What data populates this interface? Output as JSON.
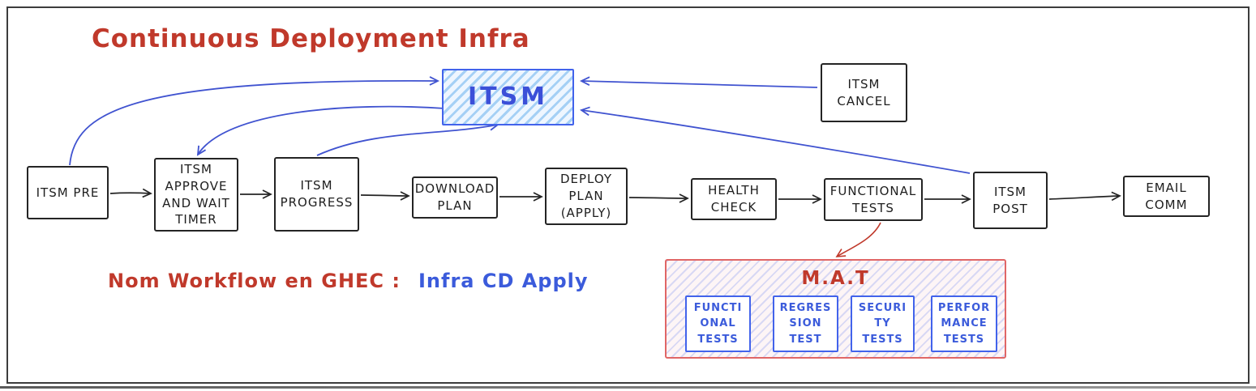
{
  "diagram": {
    "title": "Continuous Deployment Infra",
    "caption": {
      "label": "Nom Workflow en GHEC :",
      "value": "Infra CD Apply"
    },
    "nodes": {
      "itsm": "ITSM",
      "itsm_cancel": "ITSM\nCANCEL",
      "itsm_pre": "ITSM PRE",
      "itsm_approve": "ITSM\nAPPROVE\nAND WAIT\nTIMER",
      "itsm_progress": "ITSM\nPROGRESS",
      "download_plan": "DOWNLOAD\nPLAN",
      "deploy_plan": "DEPLOY\nPLAN\n(APPLY)",
      "health_check": "HEALTH\nCHECK",
      "functional_tests": "FUNCTIONAL\nTESTS",
      "itsm_post": "ITSM\nPOST",
      "email_comm": "EMAIL\nCOMM"
    },
    "mat": {
      "title": "M.A.T",
      "items": [
        "FUNCTI\nONAL\nTESTS",
        "REGRES\nSION\nTEST",
        "SECURI\nTY\nTESTS",
        "PERFOR\nMANCE\nTESTS"
      ]
    },
    "edges": [
      {
        "from": "itsm_pre",
        "to": "itsm_approve",
        "color": "black"
      },
      {
        "from": "itsm_approve",
        "to": "itsm_progress",
        "color": "black"
      },
      {
        "from": "itsm_progress",
        "to": "download_plan",
        "color": "black"
      },
      {
        "from": "download_plan",
        "to": "deploy_plan",
        "color": "black"
      },
      {
        "from": "deploy_plan",
        "to": "health_check",
        "color": "black"
      },
      {
        "from": "health_check",
        "to": "functional_tests",
        "color": "black"
      },
      {
        "from": "functional_tests",
        "to": "itsm_post",
        "color": "black"
      },
      {
        "from": "itsm_post",
        "to": "email_comm",
        "color": "black"
      },
      {
        "from": "itsm_pre",
        "to": "itsm",
        "color": "blue"
      },
      {
        "from": "itsm",
        "to": "itsm_approve",
        "color": "blue"
      },
      {
        "from": "itsm_progress",
        "to": "itsm",
        "color": "blue"
      },
      {
        "from": "itsm_cancel",
        "to": "itsm",
        "color": "blue"
      },
      {
        "from": "itsm_post",
        "to": "itsm",
        "color": "blue"
      },
      {
        "from": "functional_tests",
        "to": "mat",
        "color": "red"
      }
    ],
    "colors": {
      "ink": "#242424",
      "red": "#c0392b",
      "blue": "#4053d0",
      "itsm_hatch": "#a5d0f5",
      "mat_border": "#e06666",
      "mat_hatch": "#c9d4f2"
    }
  }
}
